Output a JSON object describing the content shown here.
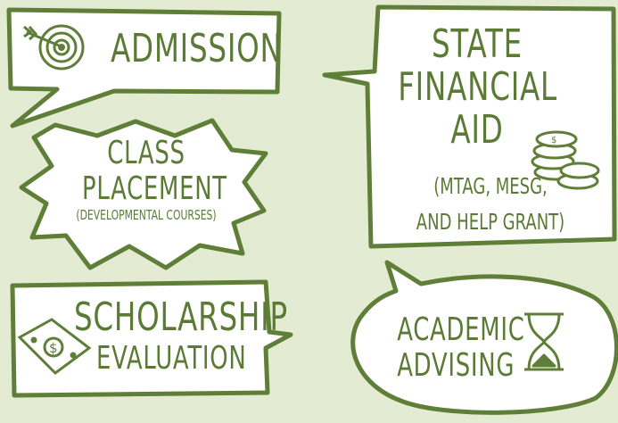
{
  "colors": {
    "background": "#e3ebd2",
    "ink": "#5a7a35",
    "bubble": "#ffffff"
  },
  "admission": {
    "label": "ADMISSION",
    "icon": "target-icon"
  },
  "class_placement": {
    "line1": "CLASS",
    "line2": "PLACEMENT",
    "note": "(DEVELOPMENTAL COURSES)"
  },
  "scholarship": {
    "line1": "SCHOLARSHIP",
    "line2": "EVALUATION",
    "icon": "money-bill-icon"
  },
  "state_aid": {
    "line1": "STATE",
    "line2": "FINANCIAL",
    "line3": "AID",
    "note1": "(MTAG, MESG,",
    "note2": "AND HELP GRANT)",
    "icon": "coins-icon"
  },
  "advising": {
    "line1": "ACADEMIC",
    "line2": "ADVISING",
    "icon": "hourglass-icon"
  }
}
